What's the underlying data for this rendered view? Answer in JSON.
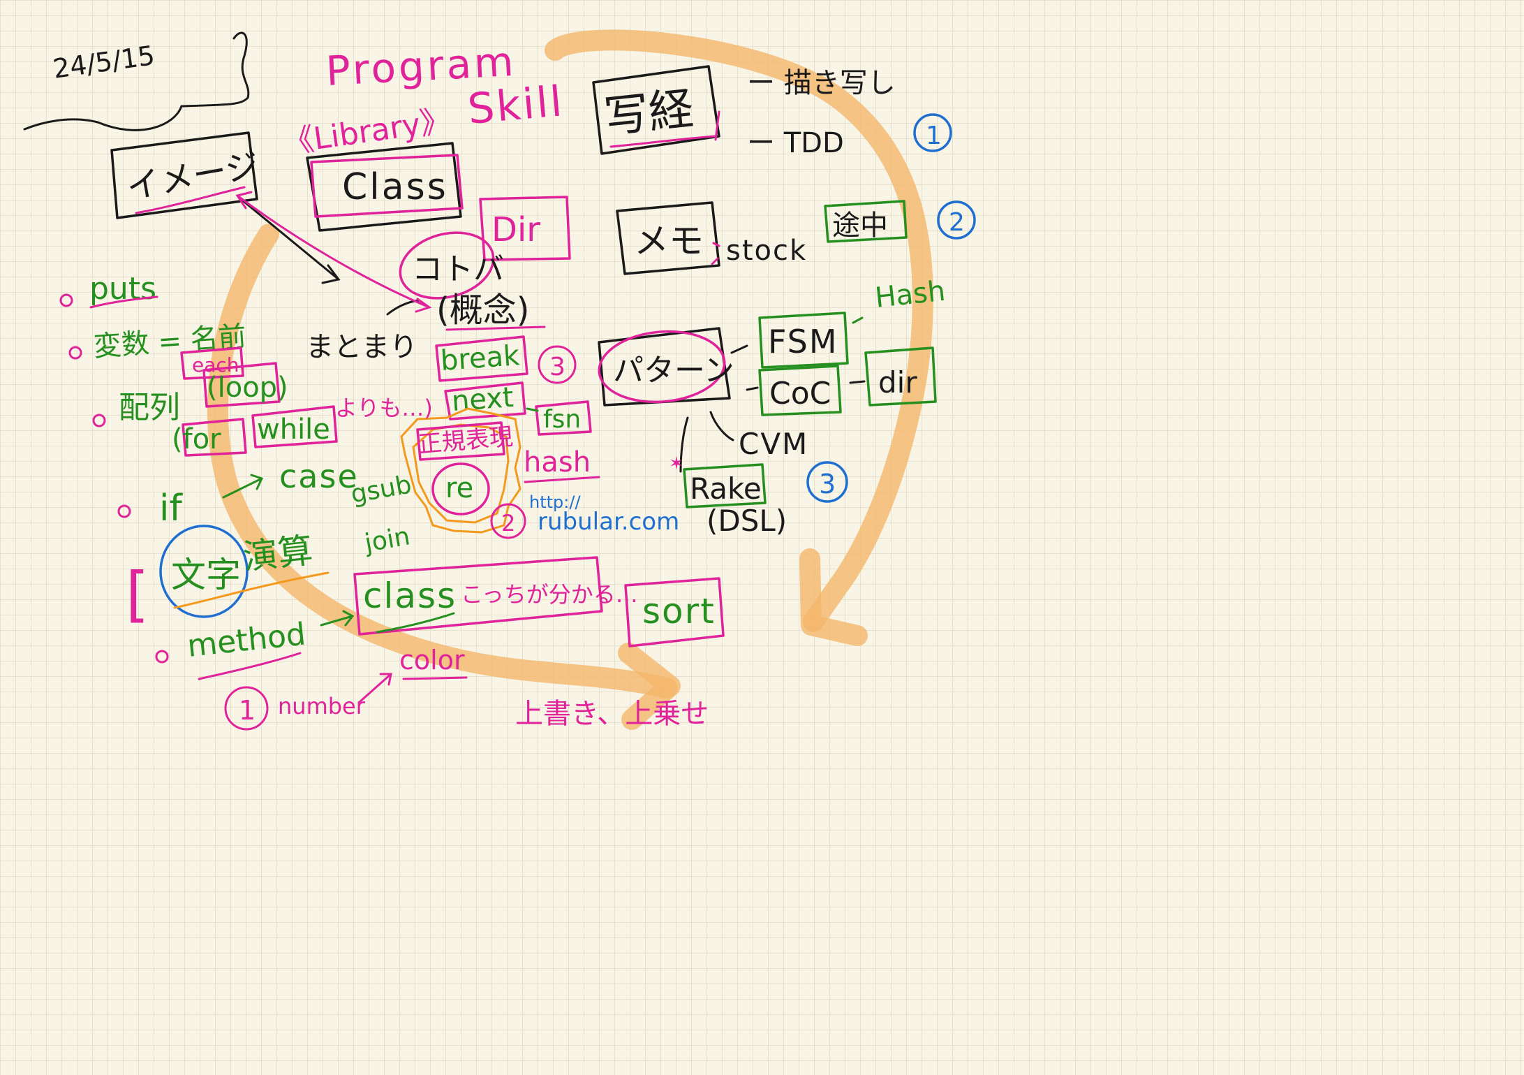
{
  "date": "24/5/15",
  "title_program": "Program",
  "title_library": "《Library》",
  "title_skill": "Skill",
  "nodes": {
    "image": "イメージ",
    "class_top": "Class",
    "dir_pink": "Dir",
    "kotoba": "コトバ",
    "gainen": "(概念)",
    "matomari": "まとまり",
    "shakyo": "写経",
    "utsushi": "ー 描き写し",
    "tdd": "ー TDD",
    "memo": "メモ",
    "stock": "stock",
    "tochu": "途中",
    "pattern": "パターン",
    "fsm": "FSM",
    "hash_green": "Hash",
    "coc": "CoC",
    "dir_green": "dir",
    "cvm": "CVM",
    "rake": "Rake",
    "dsl": "(DSL)",
    "sort": "sort",
    "break": "break",
    "next": "next",
    "fsn": "fsn",
    "seiki": "正規表現",
    "re": "re",
    "hash_pink": "hash",
    "gsub": "gsub",
    "join": "join",
    "url_top": "http://",
    "url_bottom": "rubular.com"
  },
  "left_list": {
    "puts": "puts",
    "hensu": "変数 = 名前",
    "each": "each",
    "hairetsu": "配列",
    "loop": "(loop)",
    "for": "(for",
    "while": "while",
    "yorimo": "よりも…)",
    "if": "if",
    "case": "case",
    "moji": "文字",
    "enzan": "演算",
    "bracket": "[",
    "method": "method",
    "class_low": "class",
    "kotchi": "こっちが分かる…",
    "color": "color",
    "number": "number",
    "uwagaki": "上書き、上乗せ"
  },
  "markers": {
    "circle_1_blue": "1",
    "circle_2_blue": "2",
    "circle_3_blue": "3",
    "circle_3_pink": "3",
    "circle_2_pink": "2",
    "circle_1_pink": "1"
  },
  "colors": {
    "ink_black": "#1a1a1a",
    "ink_magenta": "#e0239a",
    "ink_green": "#25901f",
    "ink_blue": "#1f6fd0",
    "ink_orange": "#f39a1e",
    "highlighter_orange": "#f4b76a",
    "paper": "#f8f4e6",
    "grid": "#e6e0cc"
  }
}
